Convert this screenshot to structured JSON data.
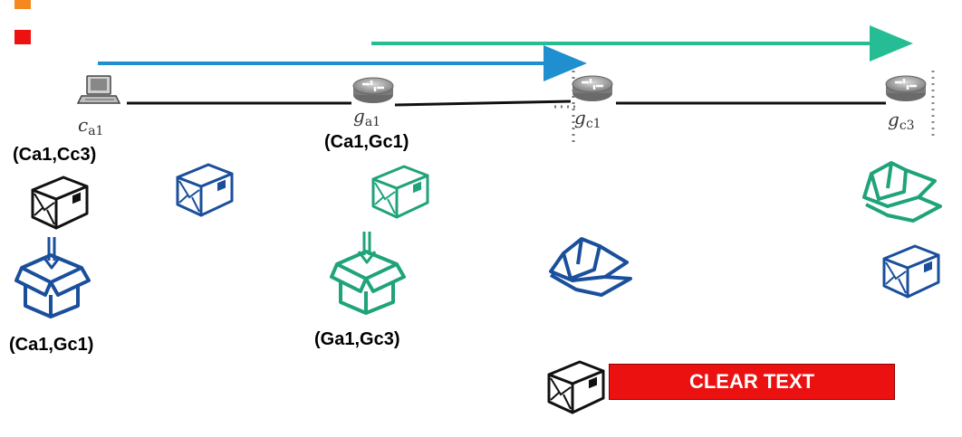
{
  "legend_markers": [
    {
      "color": "#f5891f"
    },
    {
      "color": "#ee1111"
    }
  ],
  "flows": [
    {
      "name": "blue-flow",
      "color": "#1f8fd0"
    },
    {
      "name": "teal-flow",
      "color": "#26bd94"
    }
  ],
  "nodes": [
    {
      "id": "ca1",
      "base": "c",
      "sub": "a1",
      "icon": "computer-icon"
    },
    {
      "id": "ga1",
      "base": "g",
      "sub": "a1",
      "icon": "router-icon"
    },
    {
      "id": "gc1",
      "base": "g",
      "sub": "c1",
      "icon": "router-icon"
    },
    {
      "id": "gc3",
      "base": "g",
      "sub": "c3",
      "icon": "router-icon"
    }
  ],
  "labels": {
    "ca1_cc3": "(Ca1,Cc3)",
    "ca1_gc1_top": "(Ca1,Gc1)",
    "ca1_gc1_bottom": "(Ca1,Gc1)",
    "ga1_gc3": "(Ga1,Gc3)"
  },
  "clear_text": "CLEAR TEXT",
  "colors": {
    "black": "#111111",
    "blue": "#1a4f9c",
    "green": "#1fa37a",
    "red": "#ec1111"
  }
}
